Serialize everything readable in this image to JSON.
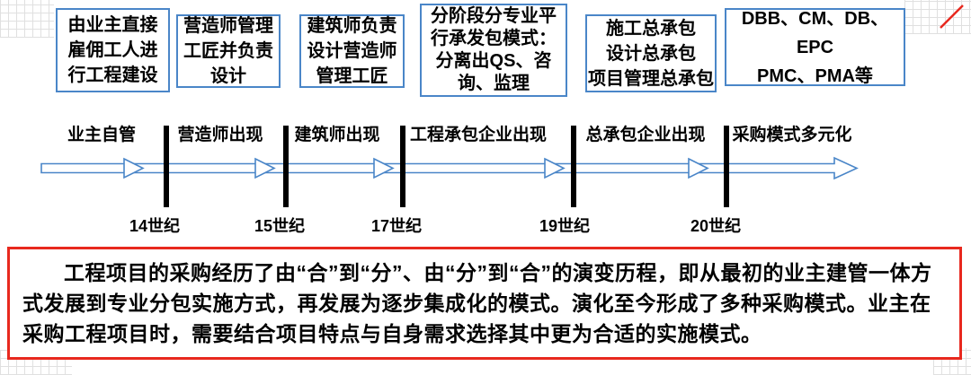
{
  "colors": {
    "blue": "#4a86c8",
    "red": "#e8281e",
    "grid": "#d9d9d9",
    "text": "#000000"
  },
  "boxes": [
    {
      "text": "由业主直接\n雇佣工人进\n行工程建设"
    },
    {
      "text": "营造师管理\n工匠并负责\n设计"
    },
    {
      "text": "建筑师负责\n设计营造师\n管理工匠"
    },
    {
      "text": "分阶段分专业平\n行承发包模式：\n分离出QS、咨\n询、监理"
    },
    {
      "text": "施工总承包\n设计总承包\n项目管理总承包"
    },
    {
      "text": "DBB、CM、DB、EPC\nPMC、PMA等"
    }
  ],
  "stages": [
    {
      "label": "业主自管"
    },
    {
      "label": "营造师出现"
    },
    {
      "label": "建筑师出现"
    },
    {
      "label": "工程承包企业出现"
    },
    {
      "label": "总承包企业出现"
    },
    {
      "label": "采购模式多元化"
    }
  ],
  "centuries": [
    {
      "label": "14世纪"
    },
    {
      "label": "15世纪"
    },
    {
      "label": "17世纪"
    },
    {
      "label": "19世纪"
    },
    {
      "label": "20世纪"
    }
  ],
  "summary": {
    "text": "工程项目的采购经历了由“合”到“分”、由“分”到“合”的演变历程，即从最初的业主建管一体方式发展到专业分包实施方式，再发展为逐步集成化的模式。演化至今形成了多种采购模式。业主在采购工程项目时，需要结合项目特点与自身需求选择其中更为合适的实施模式。"
  }
}
